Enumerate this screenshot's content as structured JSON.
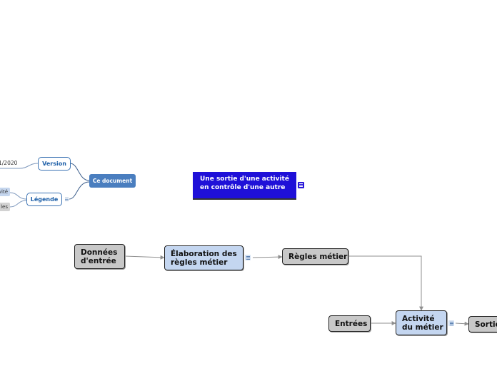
{
  "colors": {
    "title_fill": "#1f10d8",
    "legend_blue": "#4a7ebf",
    "box_gray": "#c8c8c8",
    "box_blue": "#c4d6f0",
    "link_gray": "#8f8f8f",
    "legend_link": "#3d5f8c"
  },
  "icons": {
    "note": "notes-icon"
  },
  "legend": {
    "root": "Ce document",
    "version_label": "Version",
    "version_value": "1/2020",
    "legend_label": "Légende",
    "legend_items": [
      "vité",
      "les"
    ]
  },
  "title": {
    "line1": "Une sortie d'une activité",
    "line2": "en contrôle d'une autre"
  },
  "diagram": {
    "donnees": [
      "Données",
      "d'entrée"
    ],
    "elaboration": [
      "Élaboration des",
      "règles métier"
    ],
    "regles": "Règles métier",
    "entrees": "Entrées",
    "activite": [
      "Activité",
      "du métier"
    ],
    "sorties": "Sorties"
  }
}
